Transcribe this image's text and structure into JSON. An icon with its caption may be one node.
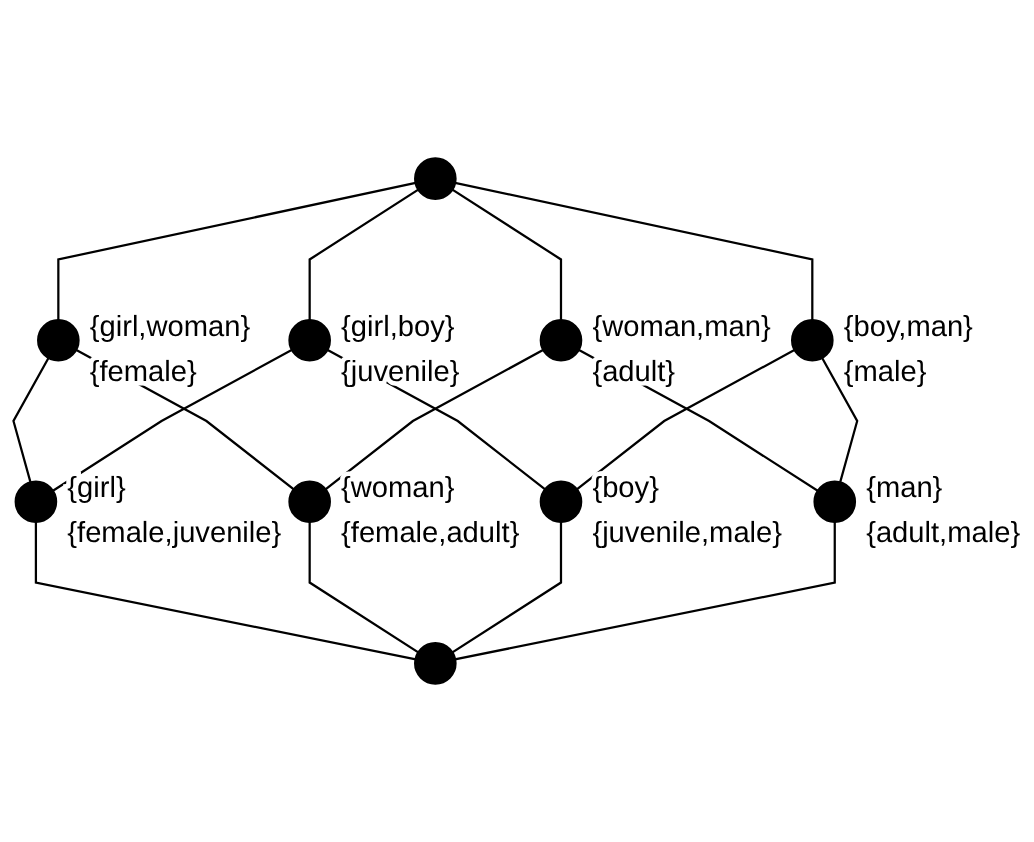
{
  "diagram": {
    "nodes": [
      {
        "text": [],
        "shape": "circle"
      },
      {
        "text": [],
        "shape": "circle",
        "beside": [
          "{girl,woman}",
          "{female}"
        ]
      },
      {
        "text": [],
        "shape": "circle",
        "beside": [
          "{girl,boy}",
          "{juvenile}"
        ]
      },
      {
        "text": [],
        "shape": "circle",
        "beside": [
          "{woman,man}",
          "{adult}"
        ]
      },
      {
        "text": [],
        "shape": "circle",
        "beside": [
          "{boy,man}",
          "{male}"
        ]
      },
      {
        "text": [],
        "shape": "circle",
        "beside": [
          "{girl}",
          "{female,juvenile}"
        ]
      },
      {
        "text": [],
        "shape": "circle",
        "beside": [
          "{woman}",
          "{female,adult}"
        ]
      },
      {
        "text": [],
        "shape": "circle",
        "beside": [
          "{boy}",
          "{juvenile,male}"
        ]
      },
      {
        "text": [],
        "shape": "circle",
        "beside": [
          "{man}",
          "{adult,male}"
        ]
      },
      {
        "text": [],
        "shape": "circle"
      }
    ],
    "edges": [
      {
        "from": 0,
        "to": 1,
        "arrow": "none"
      },
      {
        "from": 0,
        "to": 2,
        "arrow": "none"
      },
      {
        "from": 0,
        "to": 3,
        "arrow": "none"
      },
      {
        "from": 0,
        "to": 4,
        "arrow": "none"
      },
      {
        "from": 1,
        "to": 5,
        "arrow": "none"
      },
      {
        "from": 1,
        "to": 6,
        "arrow": "none"
      },
      {
        "from": 2,
        "to": 5,
        "arrow": "none"
      },
      {
        "from": 2,
        "to": 7,
        "arrow": "none"
      },
      {
        "from": 3,
        "to": 6,
        "arrow": "none"
      },
      {
        "from": 3,
        "to": 8,
        "arrow": "none"
      },
      {
        "from": 4,
        "to": 7,
        "arrow": "none"
      },
      {
        "from": 4,
        "to": 8,
        "arrow": "none"
      },
      {
        "from": 5,
        "to": 9,
        "arrow": "none"
      },
      {
        "from": 6,
        "to": 9,
        "arrow": "none"
      },
      {
        "from": 7,
        "to": 9,
        "arrow": "none"
      },
      {
        "from": 8,
        "to": 9,
        "arrow": "none"
      }
    ]
  }
}
